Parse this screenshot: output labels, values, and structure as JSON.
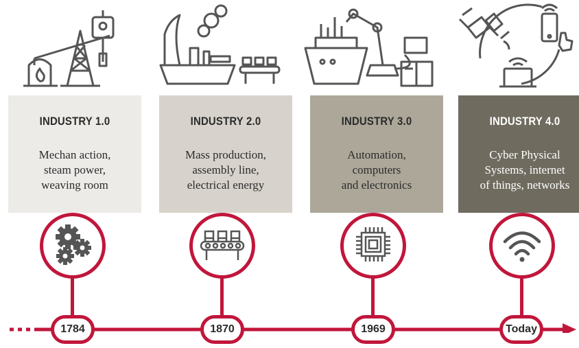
{
  "colors": {
    "accent": "#c1163b",
    "card1": "#ecebe8",
    "card2": "#d7d3cc",
    "card3": "#aca799",
    "card4": "#6f6b5f",
    "icon": "#555555"
  },
  "stages": [
    {
      "title": "INDUSTRY 1.0",
      "description": "Mechan action,\nsteam power,\nweaving room",
      "year": "1784",
      "icon": "gears-icon",
      "illustration": "oil-pump-derrick-icon"
    },
    {
      "title": "INDUSTRY 2.0",
      "description": "Mass production,\nassembly line,\nelectrical energy",
      "year": "1870",
      "icon": "conveyor-belt-icon",
      "illustration": "steamship-factory-icon"
    },
    {
      "title": "INDUSTRY 3.0",
      "description": "Automation,\ncomputers\nand electronics",
      "year": "1969",
      "icon": "microchip-icon",
      "illustration": "robot-arm-computer-icon"
    },
    {
      "title": "INDUSTRY 4.0",
      "description": "Cyber Physical\nSystems, internet\nof things, networks",
      "year": "Today",
      "icon": "wifi-icon",
      "illustration": "satellite-network-icon"
    }
  ]
}
